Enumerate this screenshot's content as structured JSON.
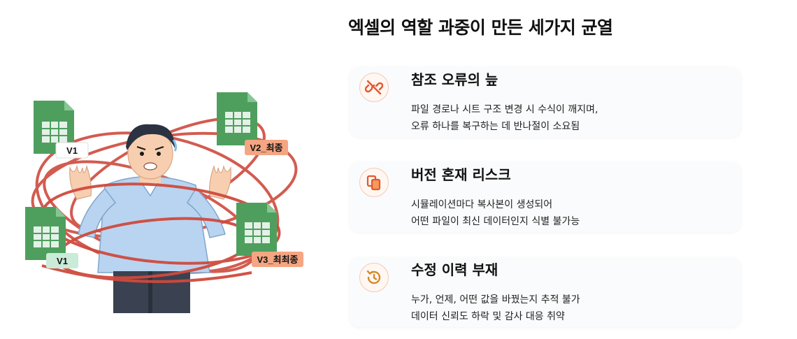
{
  "title": "엑셀의 역할 과중이 만든 세가지 균열",
  "illustration": {
    "file_labels": [
      "V1",
      "V2_최종",
      "V1",
      "V3_최최종"
    ]
  },
  "cards": [
    {
      "icon": "broken-link-icon",
      "heading": "참조 오류의 늪",
      "lines": [
        "파일 경로나 시트 구조 변경 시 수식이 깨지며,",
        "오류 하나를 복구하는 데 반나절이 소요됨"
      ]
    },
    {
      "icon": "copy-files-icon",
      "heading": "버전 혼재 리스크",
      "lines": [
        "시뮬레이션마다 복사본이 생성되어",
        "어떤 파일이 최신 데이터인지 식별 불가능"
      ]
    },
    {
      "icon": "history-icon",
      "heading": "수정 이력 부재",
      "lines": [
        "누가, 언제, 어떤 값을 바꿨는지 추적 불가",
        "데이터 신뢰도 하락 및 감사 대응 취약"
      ]
    }
  ],
  "colors": {
    "accent": "#e2572e",
    "scribble": "#cf4a3e",
    "sheet_green": "#4e9f5e",
    "label_orange": "#f4a582",
    "label_mint": "#c9ebd7"
  }
}
